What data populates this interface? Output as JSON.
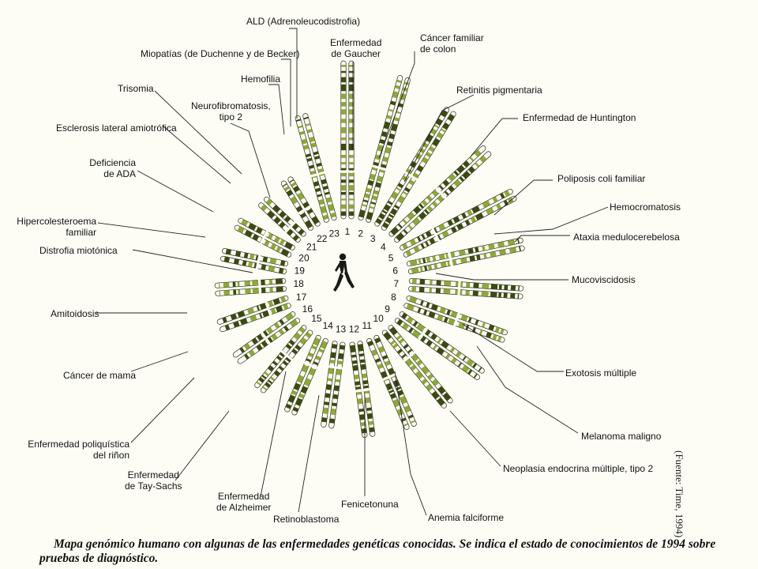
{
  "chromosomes": [
    "1",
    "2",
    "3",
    "4",
    "5",
    "6",
    "7",
    "8",
    "9",
    "10",
    "11",
    "12",
    "13",
    "14",
    "15",
    "16",
    "17",
    "18",
    "19",
    "20",
    "21",
    "22",
    "23"
  ],
  "diseases": [
    {
      "id": "ald",
      "text": "ALD (Adrenoleucodistrofia)"
    },
    {
      "id": "miopatias",
      "text": "Miopatías (de Duchenne y de Becker)"
    },
    {
      "id": "gaucher",
      "text": "Enfermedad\nde Gaucher"
    },
    {
      "id": "cancer-colon",
      "text": "Cáncer familiar\nde colon"
    },
    {
      "id": "hemofilia",
      "text": "Hemofilia"
    },
    {
      "id": "trisomia",
      "text": "Trisomia"
    },
    {
      "id": "neurofibromatosis",
      "text": "Neurofibromatosis,\ntipo 2"
    },
    {
      "id": "retinitis",
      "text": "Retinitis pigmentaria"
    },
    {
      "id": "huntington",
      "text": "Enfermedad de Huntington"
    },
    {
      "id": "esclerosis",
      "text": "Esclerosis lateral amiotrófica"
    },
    {
      "id": "ada",
      "text": "Deficiencia\nde ADA"
    },
    {
      "id": "poliposis",
      "text": "Poliposis coli familiar"
    },
    {
      "id": "hemocromatosis",
      "text": "Hemocromatosis"
    },
    {
      "id": "hipercolesteroema",
      "text": "Hipercolesteroema\nfamiliar"
    },
    {
      "id": "ataxia",
      "text": "Ataxia medulocerebelosa"
    },
    {
      "id": "distrofia",
      "text": "Distrofia miotónica"
    },
    {
      "id": "mucoviscidosis",
      "text": "Mucoviscidosis"
    },
    {
      "id": "amitoidosis",
      "text": "Amitoidosis"
    },
    {
      "id": "exotosis",
      "text": "Exotosis múltiple"
    },
    {
      "id": "cancer-mama",
      "text": "Cáncer de mama"
    },
    {
      "id": "melanoma",
      "text": "Melanoma maligno"
    },
    {
      "id": "poliquistica",
      "text": "Enfermedad poliquística\ndel riñon"
    },
    {
      "id": "neoplasia",
      "text": "Neoplasia endocrina múltiple, tipo 2"
    },
    {
      "id": "tay-sachs",
      "text": "Enfermedad\nde Tay-Sachs"
    },
    {
      "id": "alzheimer",
      "text": "Enfermedad\nde Alzheimer"
    },
    {
      "id": "fenicetonuna",
      "text": "Fenicetonuna"
    },
    {
      "id": "anemia",
      "text": "Anemia falciforme"
    },
    {
      "id": "retinoblastoma",
      "text": "Retinoblastoma"
    }
  ],
  "source": "(Fuente: Time, 1994)",
  "caption": "Mapa genómico humano con algunas de las enfermedades genéticas conocidas. Se indica el estado de conocimientos de 1994 sobre pruebas de diagnóstico.",
  "colors": {
    "band": "#3b4a12",
    "band_light": "#8da83a",
    "outline": "#2a2a1a",
    "paper": "#fdfdf6"
  }
}
